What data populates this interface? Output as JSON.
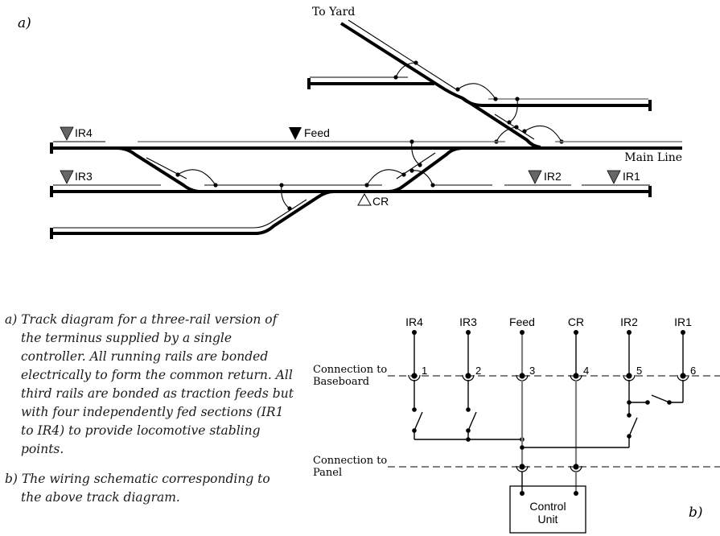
{
  "figure": {
    "panel_a_label": "a)",
    "panel_b_label": "b)"
  },
  "track_diagram": {
    "labels": {
      "to_yard": "To Yard",
      "main_line": "Main Line",
      "feed": "Feed",
      "cr": "CR",
      "ir1": "IR1",
      "ir2": "IR2",
      "ir3": "IR3",
      "ir4": "IR4"
    },
    "marker_colors": {
      "feed": "#000000",
      "isolated": "#666666",
      "common_return": "#ffffff"
    }
  },
  "wiring": {
    "terminals": [
      "IR4",
      "IR3",
      "Feed",
      "CR",
      "IR2",
      "IR1"
    ],
    "connector_numbers": [
      "1",
      "2",
      "3",
      "4",
      "5",
      "6"
    ],
    "baseboard_label_line1": "Connection to",
    "baseboard_label_line2": "Baseboard",
    "panel_label_line1": "Connection to",
    "panel_label_line2": "Panel",
    "control_unit_line1": "Control",
    "control_unit_line2": "Unit"
  },
  "caption": {
    "a": "a) Track diagram for a three-rail version of the terminus supplied by a single controller. All running rails are bonded electrically to form the common return. All third rails are bonded as traction feeds but with four independently fed sections (IR1 to IR4) to provide locomotive stabling points.",
    "b": "b) The wiring schematic corresponding to the above track diagram."
  }
}
